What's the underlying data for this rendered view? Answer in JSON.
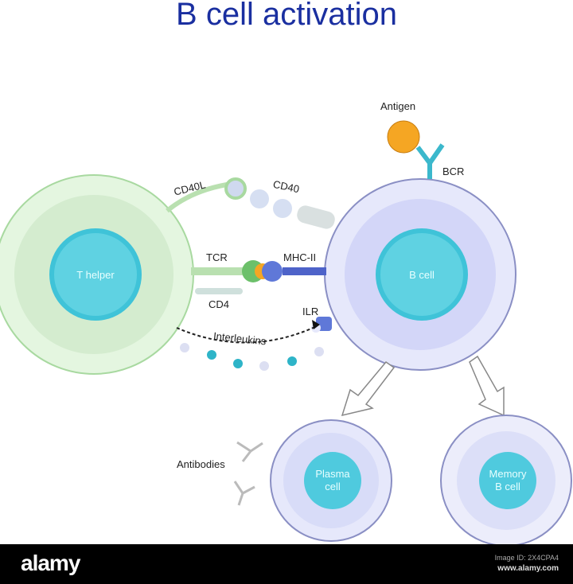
{
  "title": "B cell activation",
  "labels": {
    "antigen": "Antigen",
    "bcr": "BCR",
    "cd40l": "CD40L",
    "cd40": "CD40",
    "tcr": "TCR",
    "mhc2": "MHC-II",
    "cd4": "CD4",
    "ilr": "ILR",
    "interleukins": "Interleukins",
    "antibodies": "Antibodies"
  },
  "cells": {
    "t_helper": "T helper",
    "b_cell": "B cell",
    "plasma_1": "Plasma",
    "plasma_2": "cell",
    "memory_1": "Memory",
    "memory_2": "B cell"
  },
  "footer": {
    "logo": "alamy",
    "image_id": "Image ID: 2X4CPA4",
    "url": "www.alamy.com"
  },
  "colors": {
    "title": "#1a2fa0",
    "t_cell": "#dcf3d8",
    "b_cell": "#d3d6f8",
    "nucleus": "#3fc3d8",
    "antigen": "#f5a623"
  }
}
